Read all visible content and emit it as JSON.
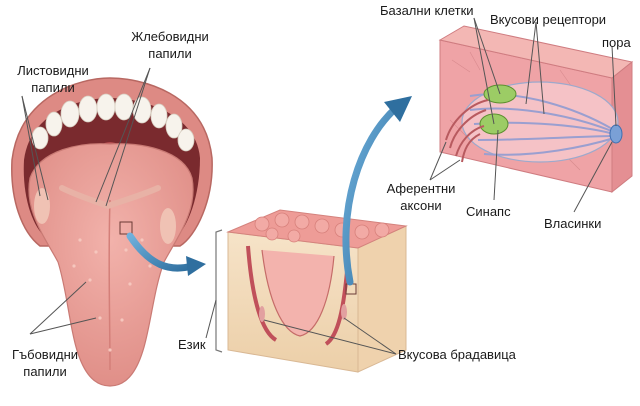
{
  "labels": {
    "foliate_line1": "Листовидни",
    "foliate_line2": "папили",
    "circumvallate_line1": "Жлебовидни",
    "circumvallate_line2": "папили",
    "fungiform_line1": "Гъбовидни",
    "fungiform_line2": "папили",
    "tongue": "Език",
    "taste_bud": "Вкусова брадавица",
    "basal_cells": "Базални клетки",
    "taste_receptors": "Вкусови рецептори",
    "pore": "пора",
    "afferent_line1": "Аферентни",
    "afferent_line2": "аксони",
    "synapse": "Синапс",
    "microvilli": "Власинки"
  },
  "colors": {
    "tongue": "#e9a09a",
    "lip": "#d77f79",
    "mouth_dark": "#7a2a2e",
    "teeth": "#f7f3ec",
    "tissue_top": "#ef9a96",
    "tissue_side": "#f3d9b8",
    "cell_block": "#efa3a6",
    "arrow": "#3f86b8",
    "receptor_green": "#8bc34a",
    "receptor_blue": "#7aa0d6"
  }
}
